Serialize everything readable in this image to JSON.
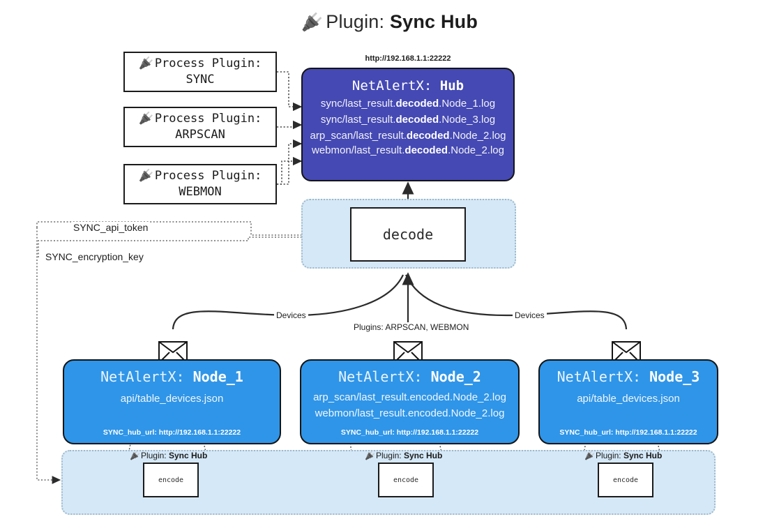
{
  "title": {
    "icon": "plug-icon",
    "prefix": "Plugin: ",
    "name": "Sync Hub"
  },
  "colors": {
    "hub_fill": "#4549b4",
    "node_fill": "#2f95e8",
    "container_fill": "#d5e8f7",
    "stroke": "#141414"
  },
  "process_plugins": [
    {
      "line1": "Process Plugin:",
      "line2": "SYNC"
    },
    {
      "line1": "Process Plugin:",
      "line2": "ARPSCAN"
    },
    {
      "line1": "Process Plugin:",
      "line2": "WEBMON"
    }
  ],
  "hub": {
    "url": "http://192.168.1.1:22222",
    "title_prefix": "NetAlertX: ",
    "title_name": "Hub",
    "logs": [
      {
        "pre": "sync/last_result.",
        "mid": "decoded",
        "post": ".Node_1.log"
      },
      {
        "pre": "sync/last_result.",
        "mid": "decoded",
        "post": ".Node_3.log"
      },
      {
        "pre": "arp_scan/last_result.",
        "mid": "decoded",
        "post": ".Node_2.log"
      },
      {
        "pre": "webmon/last_result.",
        "mid": "decoded",
        "post": ".Node_2.log"
      }
    ]
  },
  "decode": {
    "label": "decode"
  },
  "secrets": [
    {
      "label": "SYNC_api_token"
    },
    {
      "label": "SYNC_encryption_key"
    }
  ],
  "edge_labels": {
    "left": "Devices",
    "center": "Plugins: ARPSCAN, WEBMON",
    "right": "Devices"
  },
  "nodes": [
    {
      "title_prefix": "NetAlertX: ",
      "title_name": "Node_1",
      "lines": [
        "api/table_devices.json"
      ],
      "footer": "SYNC_hub_url: http://192.168.1.1:22222"
    },
    {
      "title_prefix": "NetAlertX: ",
      "title_name": "Node_2",
      "lines": [
        "arp_scan/last_result.encoded.Node_2.log",
        "webmon/last_result.encoded.Node_2.log"
      ],
      "footer": "SYNC_hub_url: http://192.168.1.1:22222"
    },
    {
      "title_prefix": "NetAlertX: ",
      "title_name": "Node_3",
      "lines": [
        "api/table_devices.json"
      ],
      "footer": "SYNC_hub_url: http://192.168.1.1:22222"
    }
  ],
  "encoders": [
    {
      "plugin_prefix": "Plugin: ",
      "plugin_name": "Sync Hub",
      "box_label": "encode"
    },
    {
      "plugin_prefix": "Plugin: ",
      "plugin_name": "Sync Hub",
      "box_label": "encode"
    },
    {
      "plugin_prefix": "Plugin: ",
      "plugin_name": "Sync Hub",
      "box_label": "encode"
    }
  ]
}
